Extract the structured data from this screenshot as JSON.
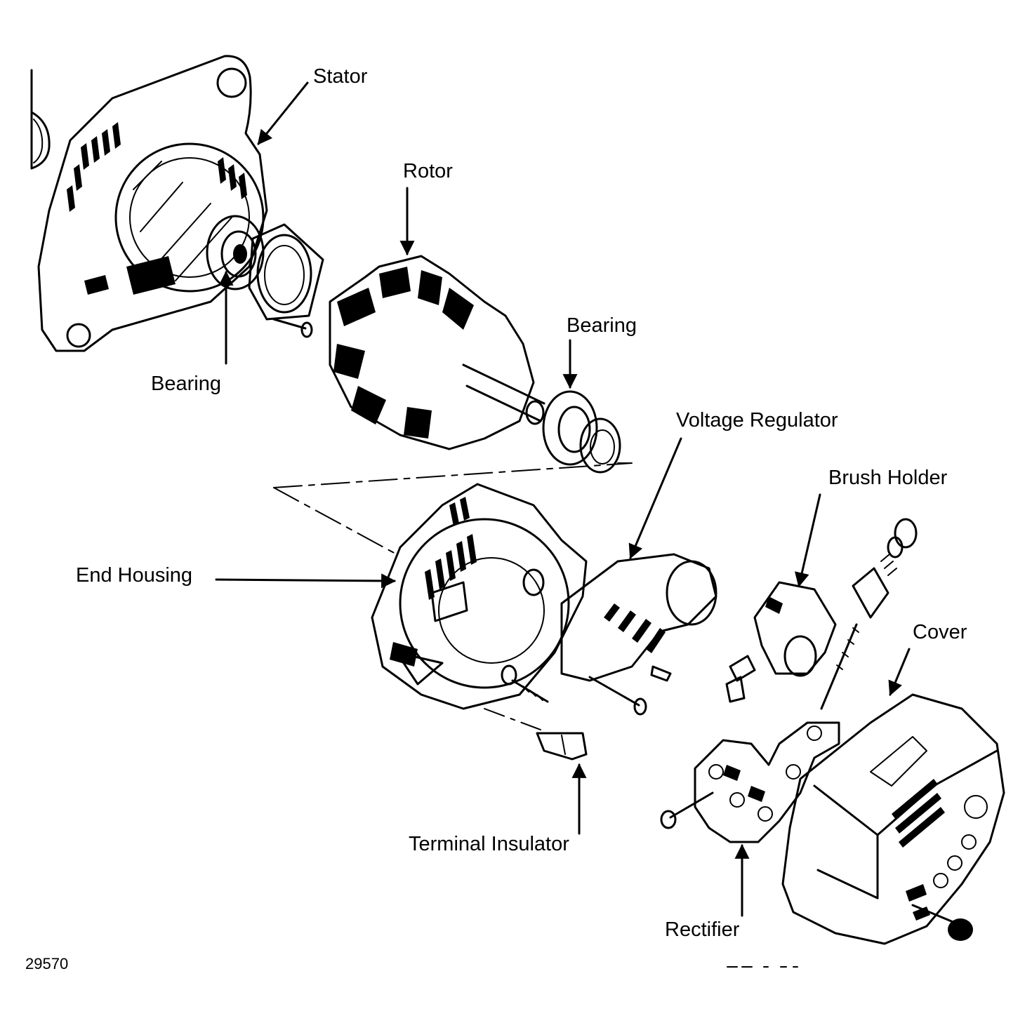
{
  "diagram": {
    "labels": {
      "stator": "Stator",
      "rotor": "Rotor",
      "bearing_front": "Bearing",
      "bearing_rear": "Bearing",
      "voltage_regulator": "Voltage Regulator",
      "brush_holder": "Brush Holder",
      "end_housing": "End Housing",
      "cover": "Cover",
      "terminal_insulator": "Terminal Insulator",
      "rectifier": "Rectifier"
    },
    "figure_number": "29570"
  }
}
